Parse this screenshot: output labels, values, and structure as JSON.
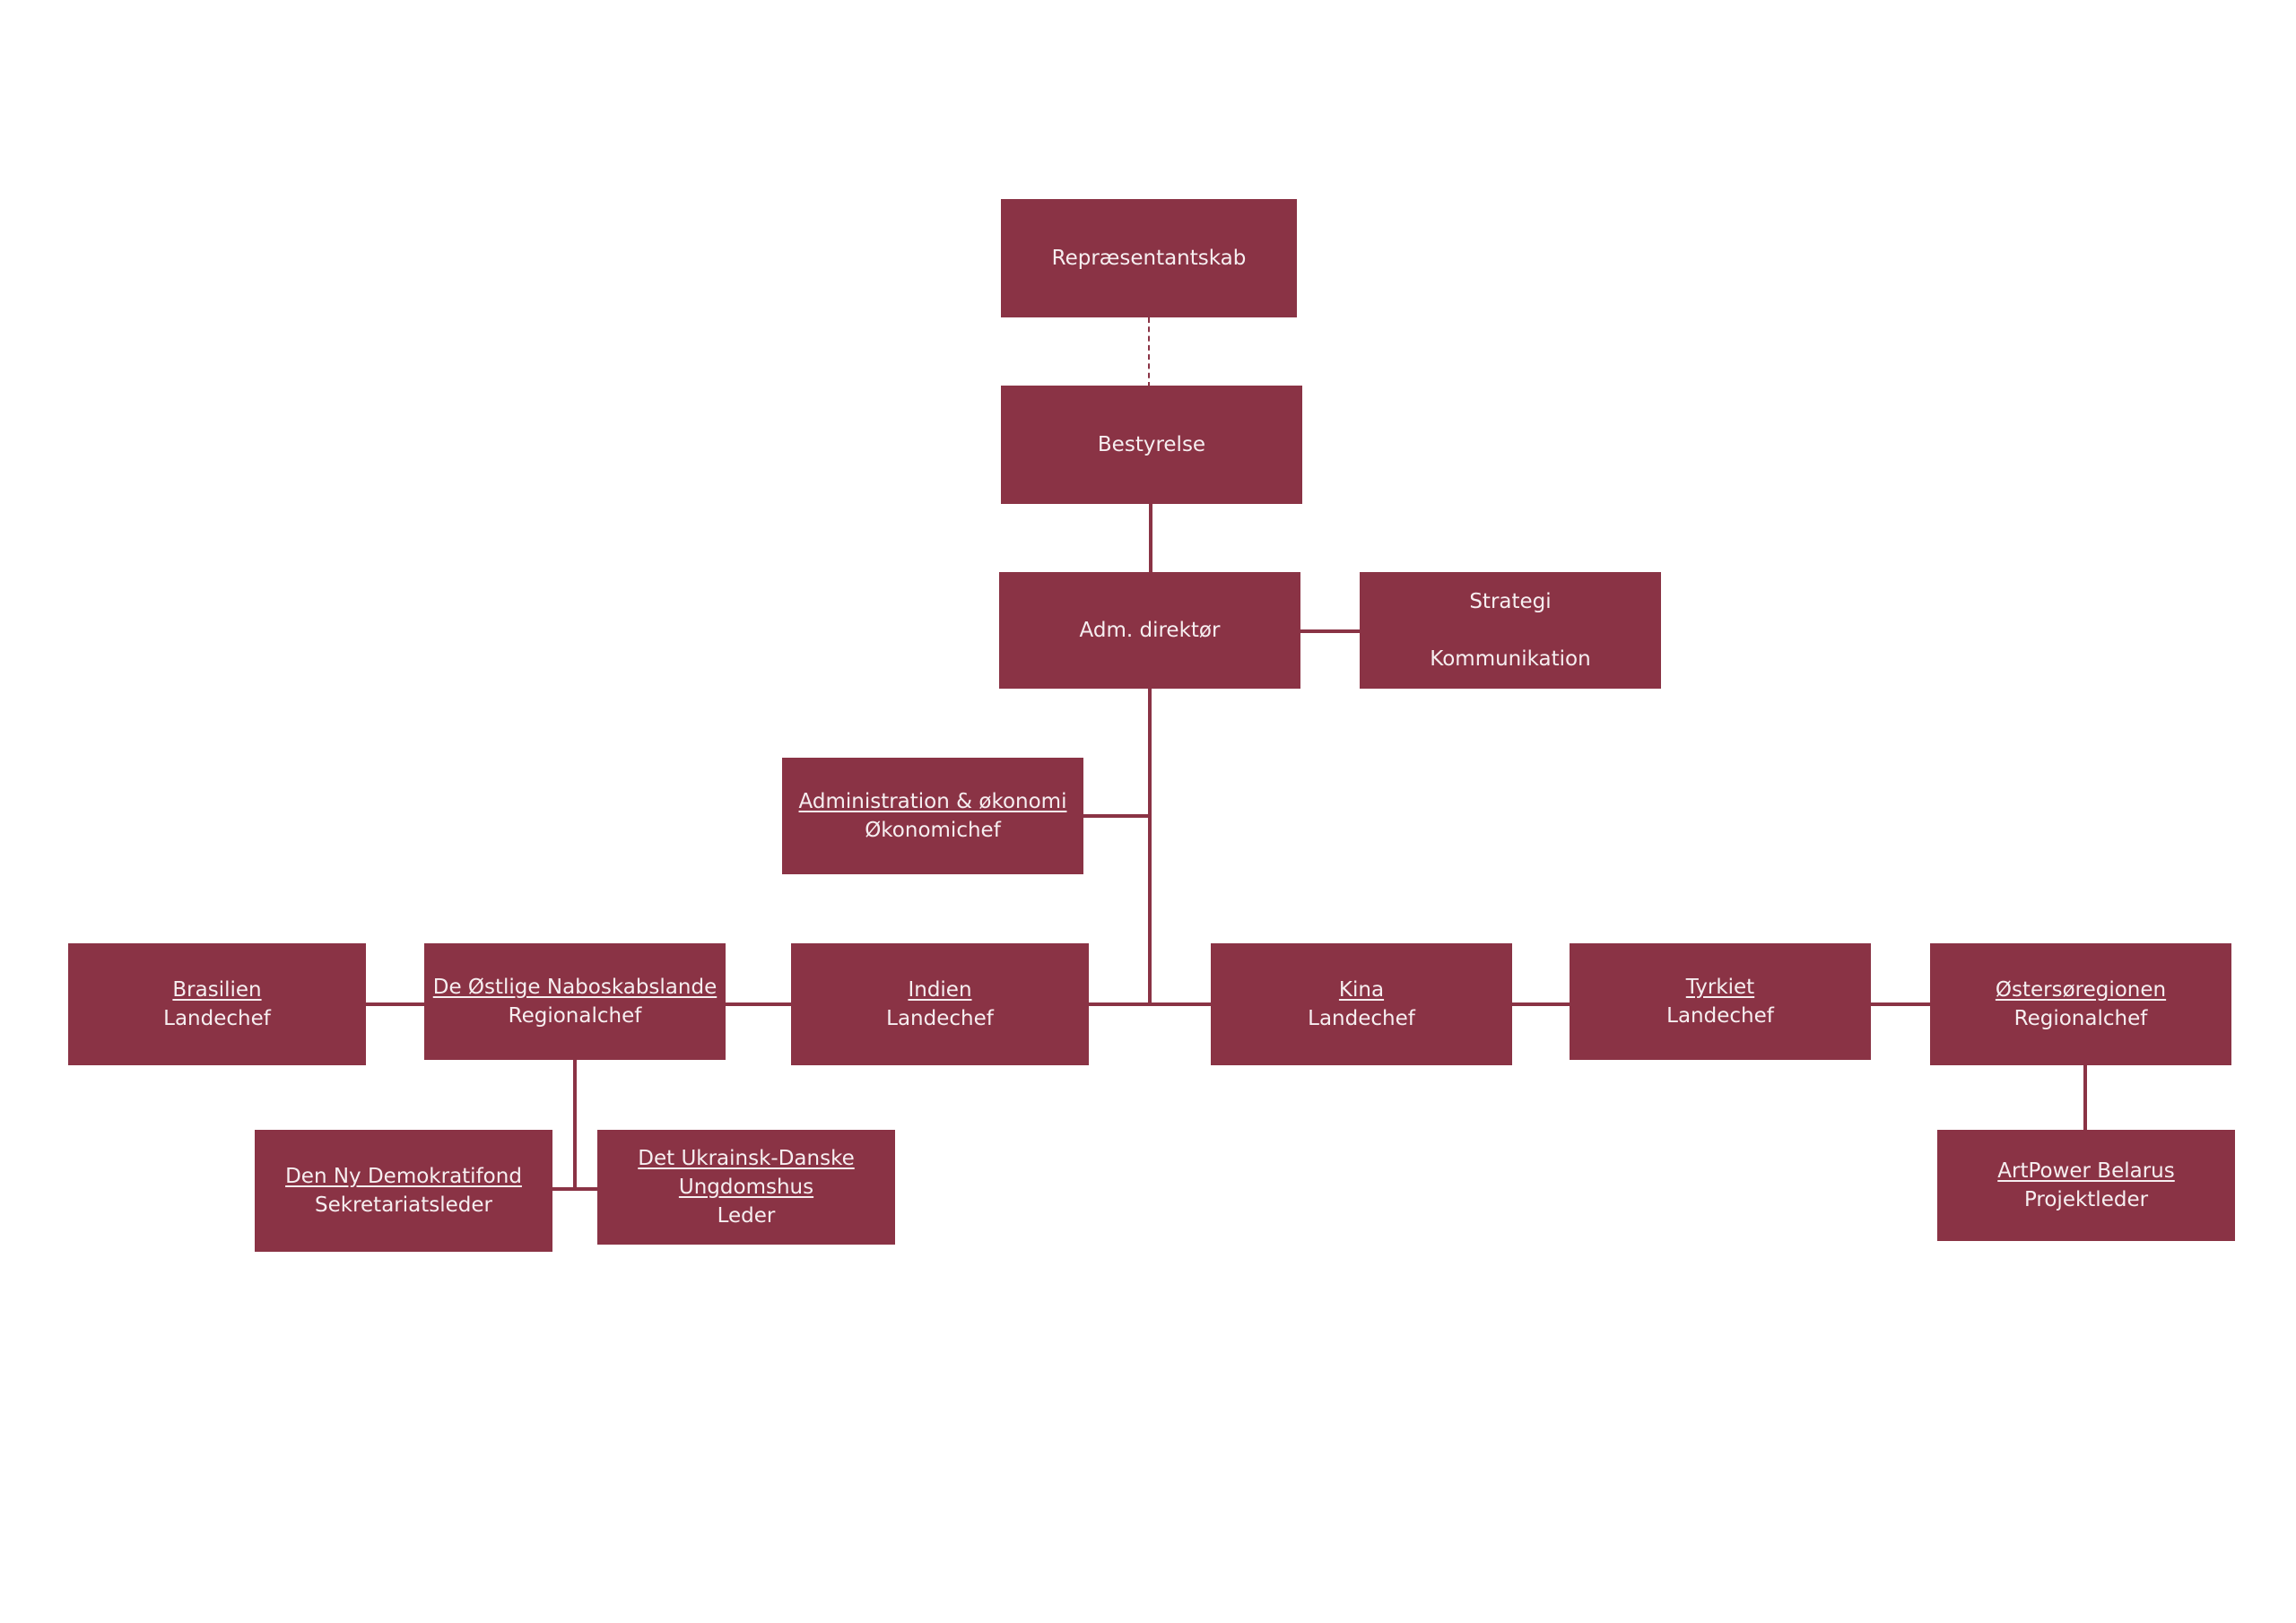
{
  "org": {
    "representantskab": "Repræsentantskab",
    "bestyrelse": "Bestyrelse",
    "adm": "Adm. direktør",
    "strategi": {
      "line1": "Strategi",
      "line2": "Kommunikation"
    },
    "administration": {
      "title": "Administration & økonomi",
      "role": "Økonomichef"
    },
    "brasilien": {
      "title": "Brasilien",
      "role": "Landechef"
    },
    "ostlige": {
      "title": "De Østlige Naboskabslande",
      "role": "Regionalchef"
    },
    "indien": {
      "title": "Indien",
      "role": "Landechef"
    },
    "kina": {
      "title": "Kina",
      "role": "Landechef"
    },
    "tyrkiet": {
      "title": "Tyrkiet",
      "role": "Landechef"
    },
    "ostersoregionen": {
      "title": "Østersøregionen",
      "role": "Regionalchef"
    },
    "demokratifond": {
      "title": "Den Ny Demokratifond",
      "role": "Sekretariatsleder"
    },
    "ukrainsk": {
      "title1": "Det Ukrainsk-Danske",
      "title2": "Ungdomshus",
      "role": "Leder"
    },
    "artpower": {
      "title": "ArtPower Belarus",
      "role": "Projektleder"
    }
  },
  "colors": {
    "box": "#8a3345",
    "text": "#f6eef0",
    "background": "#ffffff"
  }
}
